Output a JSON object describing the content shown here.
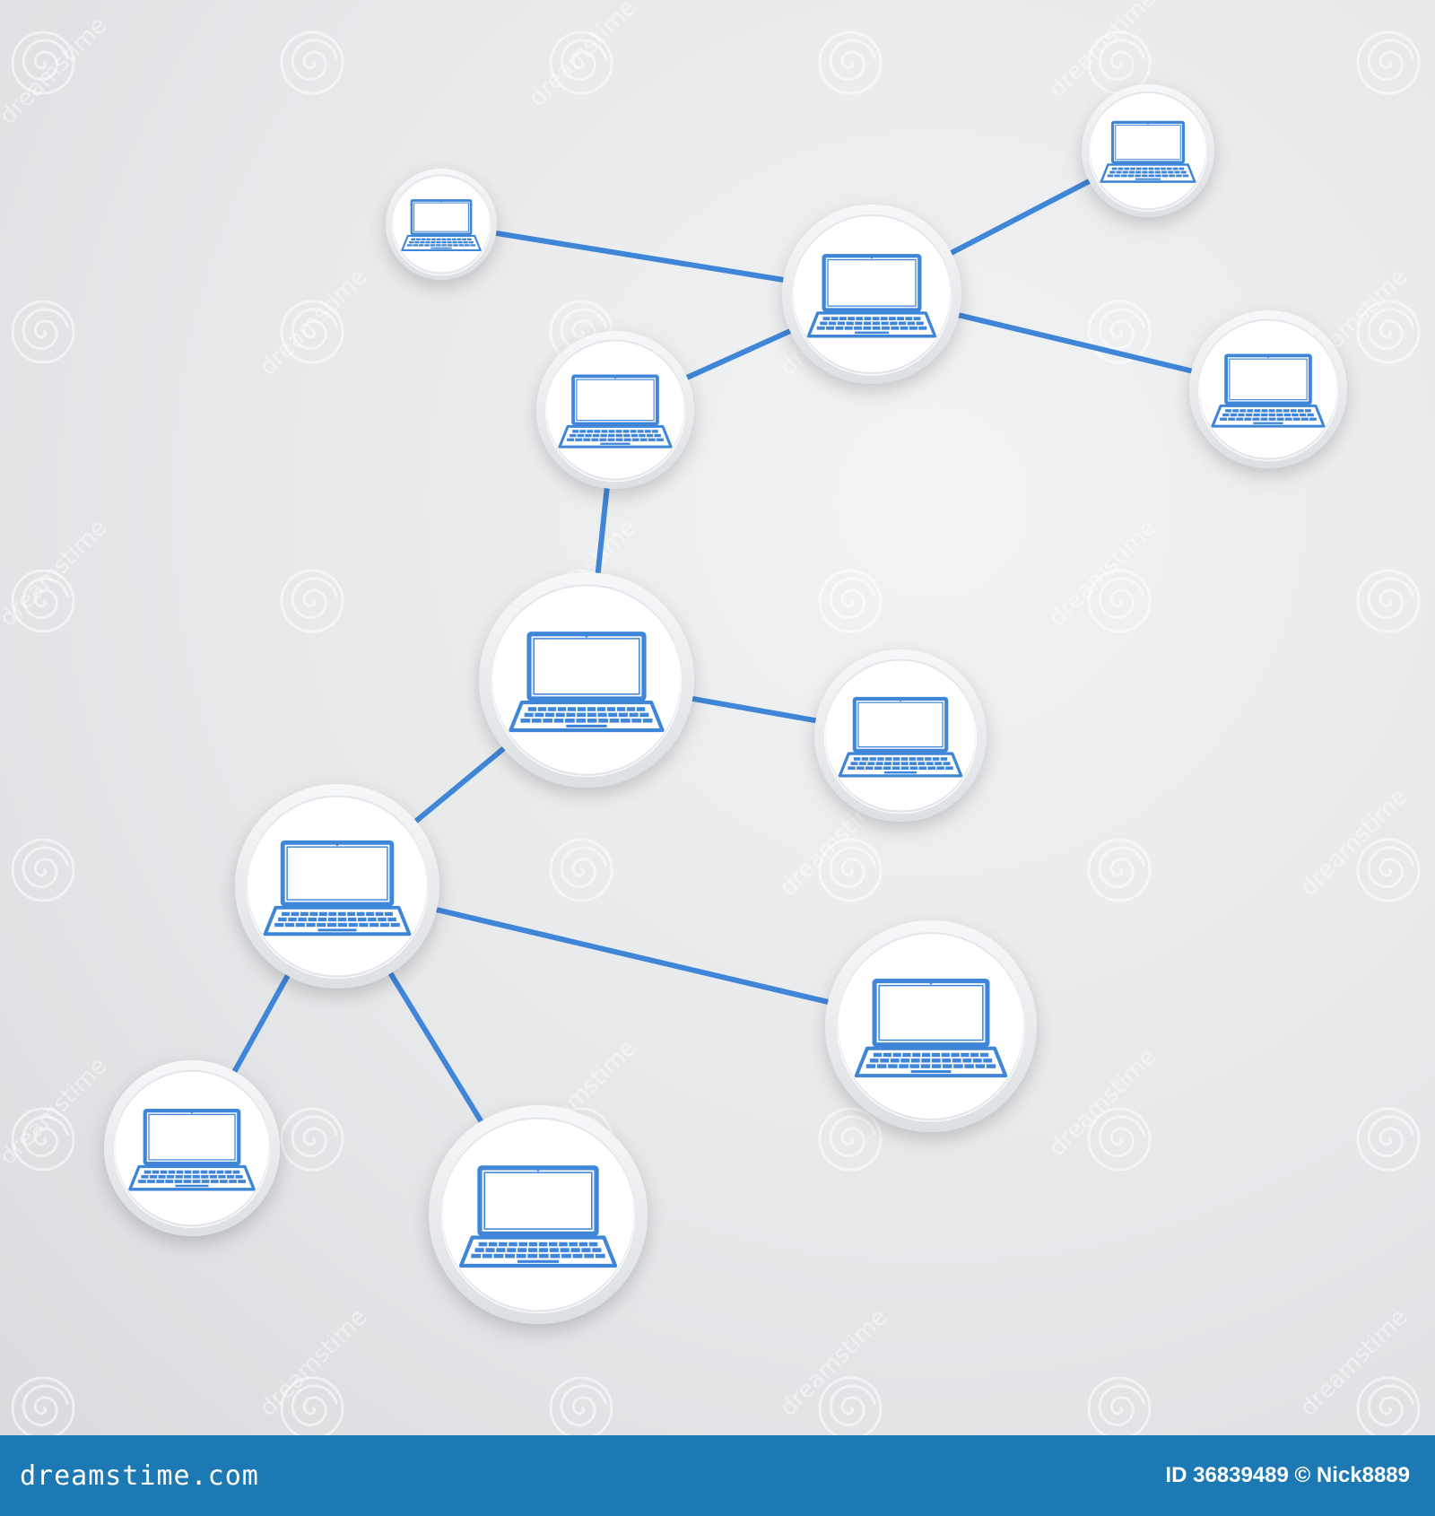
{
  "diagram": {
    "colors": {
      "link": "#3f86d8",
      "icon": "#3f86d8",
      "node_fill": "#ffffff",
      "node_ring": "#e9ebee",
      "background": "#e6e8ea",
      "footer": "#1d79b3"
    },
    "nodes": [
      {
        "id": "n1",
        "icon": "laptop-icon"
      },
      {
        "id": "n2",
        "icon": "laptop-icon"
      },
      {
        "id": "n3",
        "icon": "laptop-icon"
      },
      {
        "id": "n4",
        "icon": "laptop-icon"
      },
      {
        "id": "n5",
        "icon": "laptop-icon"
      },
      {
        "id": "n6",
        "icon": "laptop-icon"
      },
      {
        "id": "n7",
        "icon": "laptop-icon"
      },
      {
        "id": "n8",
        "icon": "laptop-icon"
      },
      {
        "id": "n9",
        "icon": "laptop-icon"
      },
      {
        "id": "n10",
        "icon": "laptop-icon"
      },
      {
        "id": "n11",
        "icon": "laptop-icon"
      },
      {
        "id": "n12",
        "icon": "laptop-icon"
      }
    ],
    "links": [
      [
        "n1",
        "n2"
      ],
      [
        "n2",
        "n3"
      ],
      [
        "n2",
        "n4"
      ],
      [
        "n2",
        "n5"
      ],
      [
        "n5",
        "n6"
      ],
      [
        "n6",
        "n7"
      ],
      [
        "n6",
        "n8"
      ],
      [
        "n8",
        "n9"
      ],
      [
        "n8",
        "n10"
      ],
      [
        "n8",
        "n11"
      ]
    ]
  },
  "watermark": {
    "text": "dreamstime",
    "icon": "spiral-logo-icon"
  },
  "footer": {
    "brand": "dreamstime.com",
    "id_label": "ID",
    "id_value": "36839489",
    "copyright": "©",
    "author": "Nick8889"
  }
}
